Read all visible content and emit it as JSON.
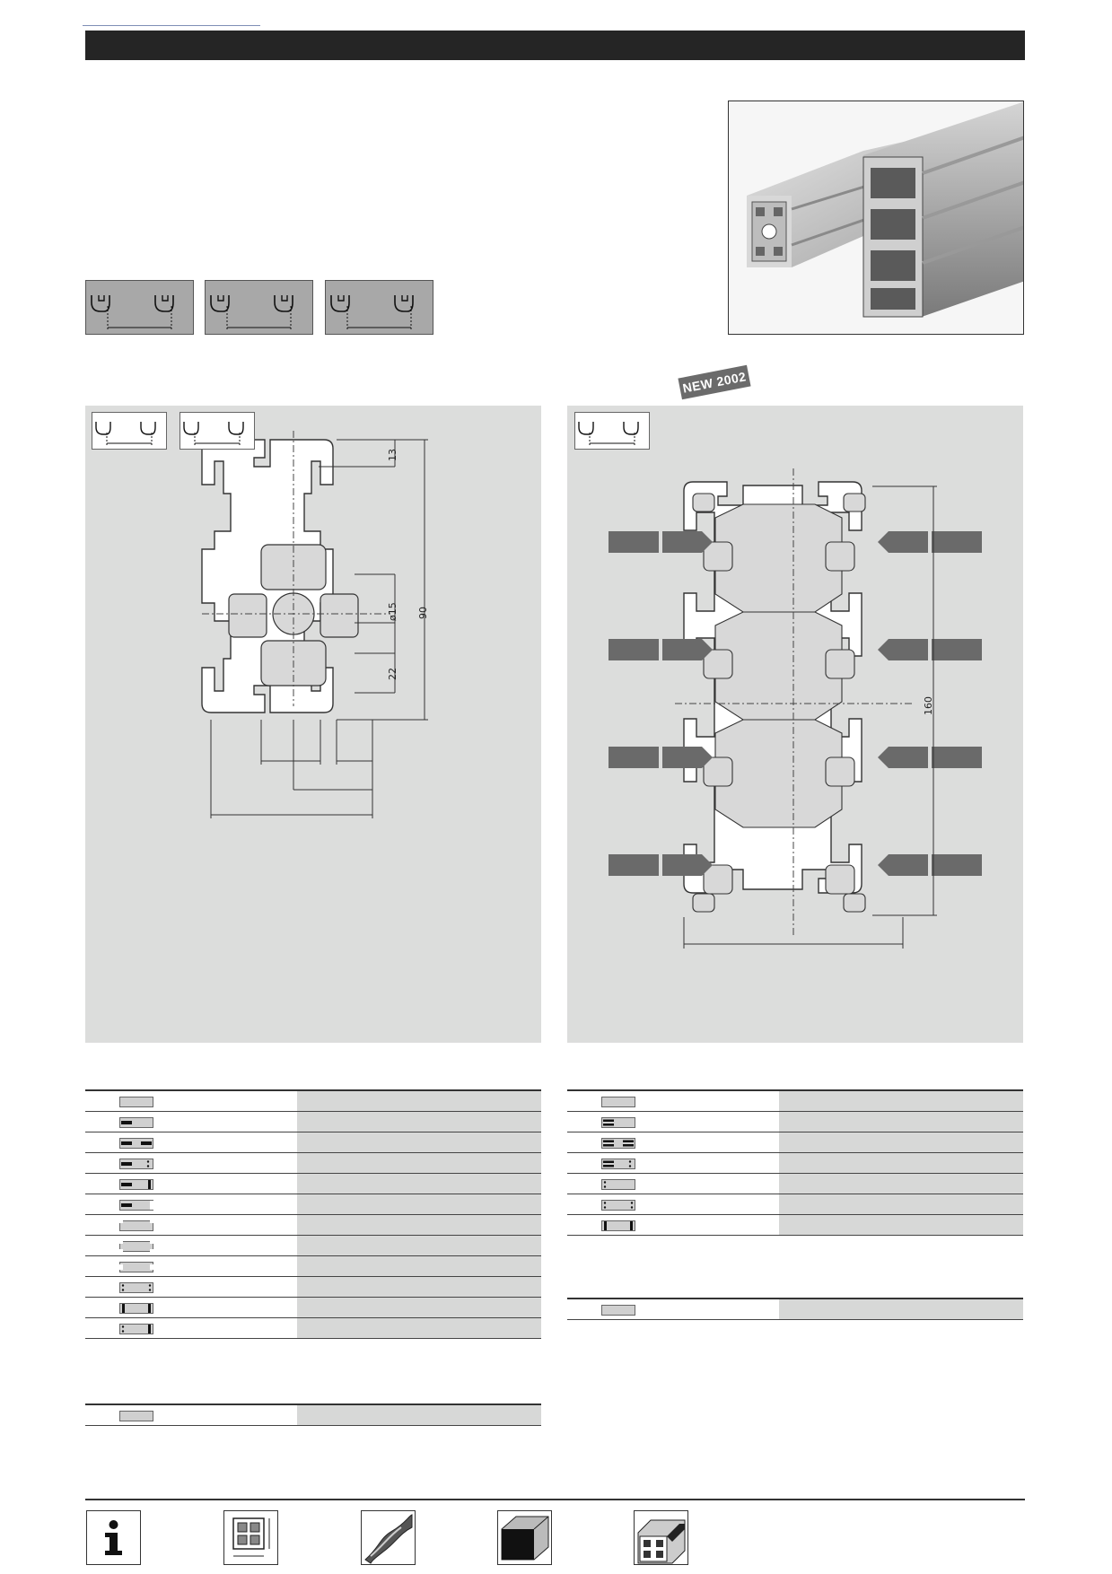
{
  "new_badge": "NEW 2002",
  "left_profile": {
    "dimensions": [
      "13",
      "ø15",
      "90",
      "22"
    ]
  },
  "right_profile": {
    "dimensions": [
      "160"
    ]
  },
  "left_table": {
    "row_icons": [
      "plain-bar-icon",
      "single-slot-end-icon",
      "two-slot-ends-icon",
      "slot-and-holes-icon",
      "slot-and-bar-icon",
      "slot-notch-icon",
      "notched-bar-icon",
      "double-notched-bar-icon",
      "wide-notched-bar-icon",
      "holes-both-ends-icon",
      "bars-both-ends-icon",
      "holes-and-bars-icon"
    ],
    "extra_row_icon": "plain-bar-icon"
  },
  "right_table": {
    "row_icons": [
      "plain-bar-icon",
      "double-slot-end-icon",
      "double-slot-both-ends-icon",
      "double-slot-holes-icon",
      "holes-left-icon",
      "holes-both-ends-icon",
      "bars-both-ends-icon"
    ],
    "extra_row_icon": "plain-bar-icon"
  },
  "footer_icons": [
    "info-icon",
    "profile-dimension-icon",
    "twisted-profile-icon",
    "profile-end-cap-icon",
    "profile-corner-icon"
  ],
  "colors": {
    "header_bar": "#252525",
    "panel_bg": "#dcdddc",
    "table_value_bg": "#d7d8d7",
    "arrow_gray": "#6a6a6a"
  }
}
